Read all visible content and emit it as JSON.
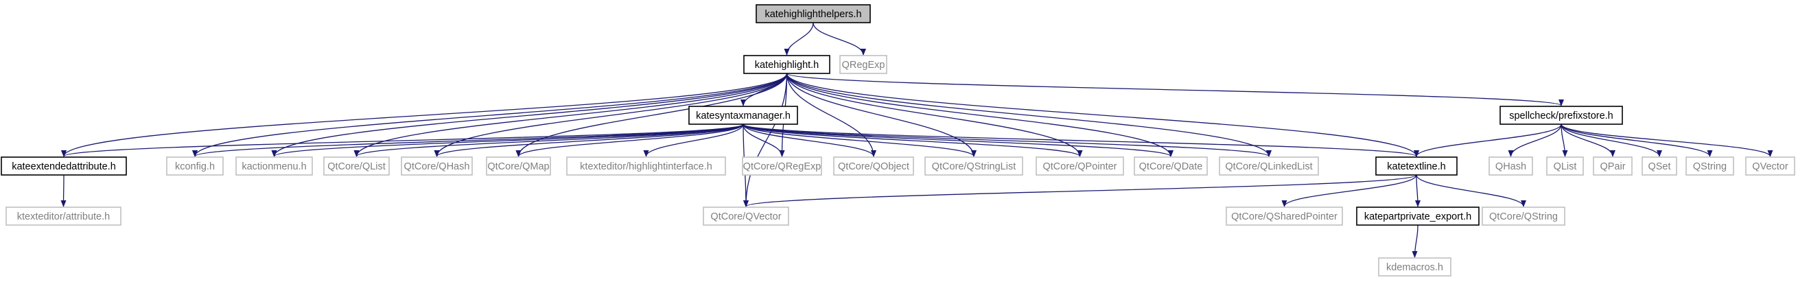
{
  "graph": {
    "colors": {
      "edge": "#191970",
      "main_fill": "#bfbfbf",
      "documented_border": "#000000",
      "external_border": "#bfbfbf",
      "external_text": "#7f7f7f"
    },
    "nodes": [
      {
        "id": "root",
        "label": "katehighlighthelpers.h",
        "kind": "main"
      },
      {
        "id": "katehighlight",
        "label": "katehighlight.h",
        "kind": "documented"
      },
      {
        "id": "qregexp_top",
        "label": "QRegExp",
        "kind": "external"
      },
      {
        "id": "katesyntaxmanager",
        "label": "katesyntaxmanager.h",
        "kind": "documented"
      },
      {
        "id": "prefixstore",
        "label": "spellcheck/prefixstore.h",
        "kind": "documented"
      },
      {
        "id": "kateextendedattribute",
        "label": "kateextendedattribute.h",
        "kind": "documented"
      },
      {
        "id": "kconfig",
        "label": "kconfig.h",
        "kind": "external"
      },
      {
        "id": "kactionmenu",
        "label": "kactionmenu.h",
        "kind": "external"
      },
      {
        "id": "qtcore_qlist",
        "label": "QtCore/QList",
        "kind": "external"
      },
      {
        "id": "qtcore_qhash",
        "label": "QtCore/QHash",
        "kind": "external"
      },
      {
        "id": "qtcore_qmap",
        "label": "QtCore/QMap",
        "kind": "external"
      },
      {
        "id": "highlightinterface",
        "label": "ktexteditor/highlightinterface.h",
        "kind": "external"
      },
      {
        "id": "qtcore_qregexp",
        "label": "QtCore/QRegExp",
        "kind": "external"
      },
      {
        "id": "qtcore_qobject",
        "label": "QtCore/QObject",
        "kind": "external"
      },
      {
        "id": "qtcore_qstringlist",
        "label": "QtCore/QStringList",
        "kind": "external"
      },
      {
        "id": "qtcore_qpointer",
        "label": "QtCore/QPointer",
        "kind": "external"
      },
      {
        "id": "qtcore_qdate",
        "label": "QtCore/QDate",
        "kind": "external"
      },
      {
        "id": "qtcore_qlinkedlist",
        "label": "QtCore/QLinkedList",
        "kind": "external"
      },
      {
        "id": "katetextline",
        "label": "katetextline.h",
        "kind": "documented"
      },
      {
        "id": "qhash",
        "label": "QHash",
        "kind": "external"
      },
      {
        "id": "qlist",
        "label": "QList",
        "kind": "external"
      },
      {
        "id": "qpair",
        "label": "QPair",
        "kind": "external"
      },
      {
        "id": "qset",
        "label": "QSet",
        "kind": "external"
      },
      {
        "id": "qstring",
        "label": "QString",
        "kind": "external"
      },
      {
        "id": "qvector",
        "label": "QVector",
        "kind": "external"
      },
      {
        "id": "attribute",
        "label": "ktexteditor/attribute.h",
        "kind": "external"
      },
      {
        "id": "qtcore_qvector",
        "label": "QtCore/QVector",
        "kind": "external"
      },
      {
        "id": "qsharedpointer",
        "label": "QtCore/QSharedPointer",
        "kind": "external"
      },
      {
        "id": "katepartprivate_export",
        "label": "katepartprivate_export.h",
        "kind": "documented"
      },
      {
        "id": "qtcore_qstring",
        "label": "QtCore/QString",
        "kind": "external"
      },
      {
        "id": "kdemacros",
        "label": "kdemacros.h",
        "kind": "external"
      }
    ],
    "edges": [
      {
        "from": "root",
        "to": "katehighlight"
      },
      {
        "from": "root",
        "to": "qregexp_top"
      },
      {
        "from": "katehighlight",
        "to": "kateextendedattribute"
      },
      {
        "from": "katehighlight",
        "to": "kconfig"
      },
      {
        "from": "katehighlight",
        "to": "kactionmenu"
      },
      {
        "from": "katehighlight",
        "to": "qtcore_qlist"
      },
      {
        "from": "katehighlight",
        "to": "qtcore_qhash"
      },
      {
        "from": "katehighlight",
        "to": "qtcore_qmap"
      },
      {
        "from": "katehighlight",
        "to": "katesyntaxmanager"
      },
      {
        "from": "katehighlight",
        "to": "qtcore_qregexp"
      },
      {
        "from": "katehighlight",
        "to": "qtcore_qobject"
      },
      {
        "from": "katehighlight",
        "to": "qtcore_qstringlist"
      },
      {
        "from": "katehighlight",
        "to": "qtcore_qpointer"
      },
      {
        "from": "katehighlight",
        "to": "qtcore_qdate"
      },
      {
        "from": "katehighlight",
        "to": "qtcore_qlinkedlist"
      },
      {
        "from": "katehighlight",
        "to": "katetextline"
      },
      {
        "from": "katehighlight",
        "to": "prefixstore"
      },
      {
        "from": "katehighlight",
        "to": "qtcore_qvector"
      },
      {
        "from": "katesyntaxmanager",
        "to": "kateextendedattribute"
      },
      {
        "from": "katesyntaxmanager",
        "to": "kconfig"
      },
      {
        "from": "katesyntaxmanager",
        "to": "kactionmenu"
      },
      {
        "from": "katesyntaxmanager",
        "to": "qtcore_qlist"
      },
      {
        "from": "katesyntaxmanager",
        "to": "qtcore_qhash"
      },
      {
        "from": "katesyntaxmanager",
        "to": "qtcore_qmap"
      },
      {
        "from": "katesyntaxmanager",
        "to": "highlightinterface"
      },
      {
        "from": "katesyntaxmanager",
        "to": "qtcore_qregexp"
      },
      {
        "from": "katesyntaxmanager",
        "to": "qtcore_qobject"
      },
      {
        "from": "katesyntaxmanager",
        "to": "qtcore_qstringlist"
      },
      {
        "from": "katesyntaxmanager",
        "to": "qtcore_qpointer"
      },
      {
        "from": "katesyntaxmanager",
        "to": "qtcore_qdate"
      },
      {
        "from": "katesyntaxmanager",
        "to": "qtcore_qlinkedlist"
      },
      {
        "from": "katesyntaxmanager",
        "to": "katetextline"
      },
      {
        "from": "katesyntaxmanager",
        "to": "qtcore_qvector"
      },
      {
        "from": "prefixstore",
        "to": "katetextline"
      },
      {
        "from": "prefixstore",
        "to": "qhash"
      },
      {
        "from": "prefixstore",
        "to": "qlist"
      },
      {
        "from": "prefixstore",
        "to": "qpair"
      },
      {
        "from": "prefixstore",
        "to": "qset"
      },
      {
        "from": "prefixstore",
        "to": "qstring"
      },
      {
        "from": "prefixstore",
        "to": "qvector"
      },
      {
        "from": "kateextendedattribute",
        "to": "attribute"
      },
      {
        "from": "katetextline",
        "to": "qtcore_qvector"
      },
      {
        "from": "katetextline",
        "to": "qsharedpointer"
      },
      {
        "from": "katetextline",
        "to": "katepartprivate_export"
      },
      {
        "from": "katetextline",
        "to": "qtcore_qstring"
      },
      {
        "from": "katepartprivate_export",
        "to": "kdemacros"
      }
    ]
  }
}
